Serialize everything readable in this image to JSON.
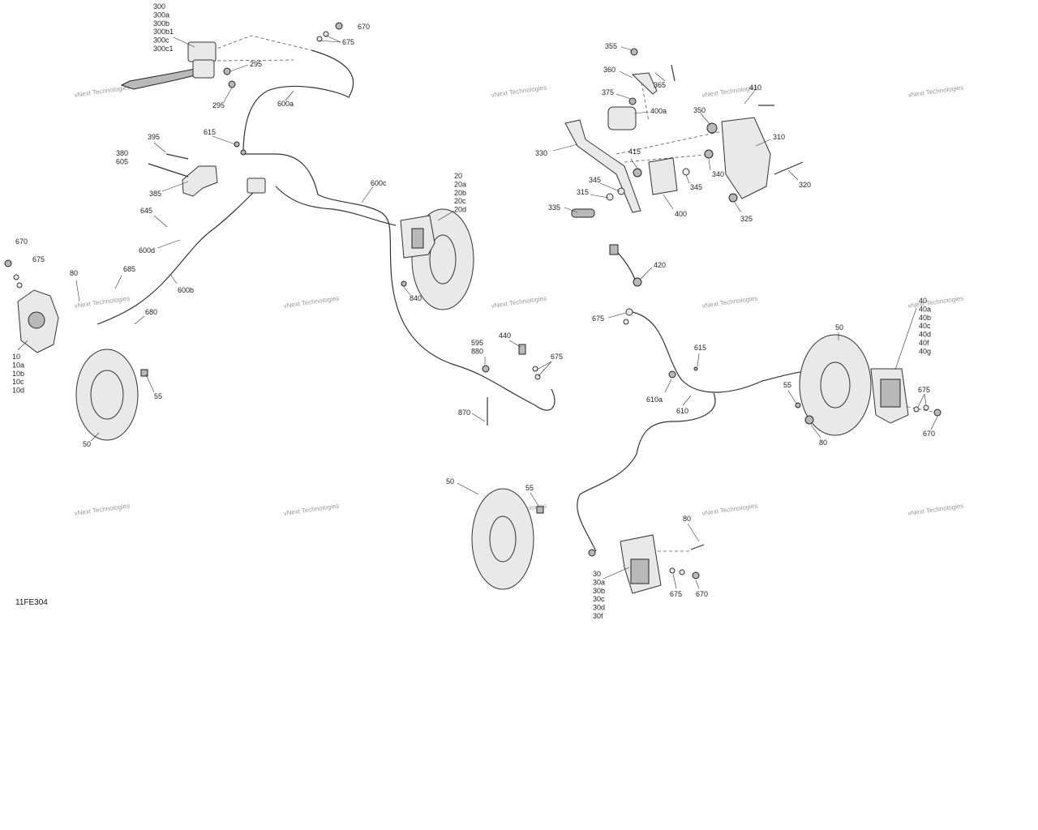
{
  "diagram_code": "11FE304",
  "watermark": "vNext Technologies",
  "callouts": {
    "c300": [
      "300",
      "300a",
      "300b",
      "300b1",
      "300c",
      "300c1"
    ],
    "c670_tl": [
      "670"
    ],
    "c675_tl": [
      "675"
    ],
    "c295_a": [
      "295"
    ],
    "c295_b": [
      "295"
    ],
    "c600a": [
      "600a"
    ],
    "c615_l": [
      "615"
    ],
    "c395": [
      "395"
    ],
    "c380": [
      "380",
      "605"
    ],
    "c385": [
      "385"
    ],
    "c600c": [
      "600c"
    ],
    "c20": [
      "20",
      "20a",
      "20b",
      "20c",
      "20d"
    ],
    "c645": [
      "645"
    ],
    "c600d": [
      "600d"
    ],
    "c600b": [
      "600b"
    ],
    "c670_l": [
      "670"
    ],
    "c675_l": [
      "675"
    ],
    "c80_l": [
      "80"
    ],
    "c685": [
      "685"
    ],
    "c680": [
      "680"
    ],
    "c10": [
      "10",
      "10a",
      "10b",
      "10c",
      "10d"
    ],
    "c55_l": [
      "55"
    ],
    "c50_l": [
      "50"
    ],
    "c840": [
      "840"
    ],
    "c595": [
      "595",
      "880"
    ],
    "c440": [
      "440"
    ],
    "c675_m": [
      "675"
    ],
    "c870": [
      "870"
    ],
    "c355": [
      "355"
    ],
    "c360": [
      "360"
    ],
    "c365": [
      "365"
    ],
    "c375": [
      "375"
    ],
    "c400a": [
      "400a"
    ],
    "c350": [
      "350"
    ],
    "c410": [
      "410"
    ],
    "c310": [
      "310"
    ],
    "c330": [
      "330"
    ],
    "c415": [
      "415"
    ],
    "c340": [
      "340"
    ],
    "c345_a": [
      "345"
    ],
    "c345_b": [
      "345"
    ],
    "c315": [
      "315"
    ],
    "c320": [
      "320"
    ],
    "c335": [
      "335"
    ],
    "c400": [
      "400"
    ],
    "c325": [
      "325"
    ],
    "c420": [
      "420"
    ],
    "c675_r": [
      "675"
    ],
    "c615_r": [
      "615"
    ],
    "c50_r": [
      "50"
    ],
    "c40": [
      "40",
      "40a",
      "40b",
      "40c",
      "40d",
      "40f",
      "40g"
    ],
    "c610a": [
      "610a"
    ],
    "c610": [
      "610"
    ],
    "c55_r": [
      "55"
    ],
    "c675_rr": [
      "675"
    ],
    "c80_r": [
      "80"
    ],
    "c670_r": [
      "670"
    ],
    "c50_b": [
      "50"
    ],
    "c55_b": [
      "55"
    ],
    "c80_b": [
      "80"
    ],
    "c30": [
      "30",
      "30a",
      "30b",
      "30c",
      "30d",
      "30f"
    ],
    "c675_b": [
      "675"
    ],
    "c670_b": [
      "670"
    ]
  }
}
